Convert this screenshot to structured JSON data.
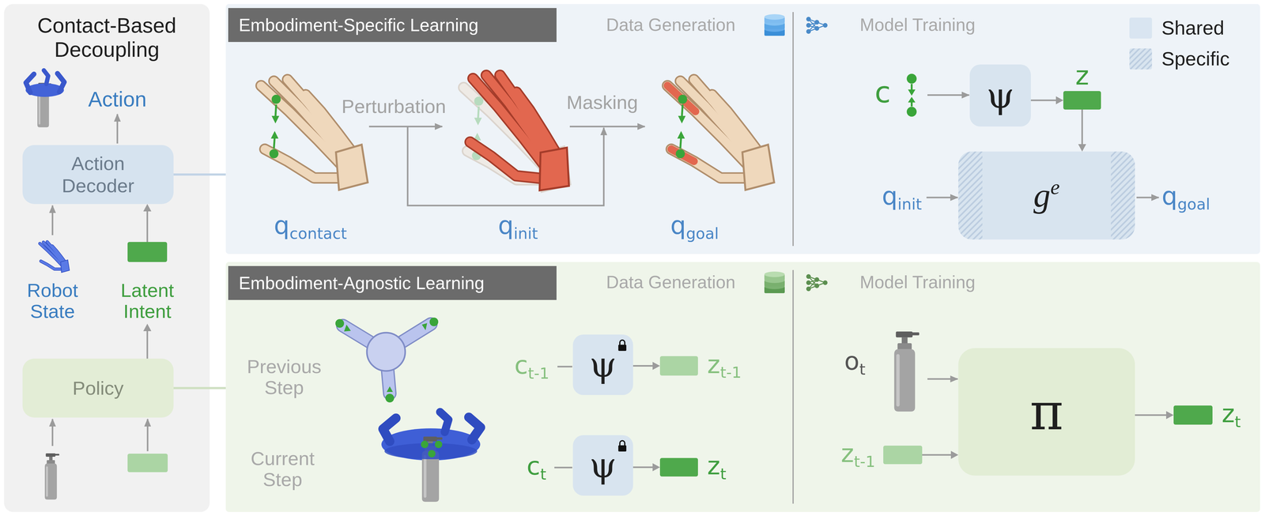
{
  "diagram": {
    "nodes": [
      {
        "text": [
          "Contact-Based Decoupling"
        ]
      },
      {
        "text": [
          "Action Decoder"
        ],
        "in": 0
      },
      {
        "text": [
          "Latent Intent"
        ],
        "in": 0
      },
      {
        "text": [
          "Policy"
        ],
        "in": 0
      },
      {
        "text": [
          "Embodiment-Specific Learning"
        ]
      },
      {
        "text": [
          "ψ"
        ],
        "in": 4
      },
      {
        "text": [
          "z"
        ],
        "in": 4
      },
      {
        "text": [
          "ge"
        ],
        "in": 4
      },
      {
        "text": [
          "Embodiment-Agnostic Learning"
        ]
      },
      {
        "text": [
          "ψ"
        ],
        "in": 8
      },
      {
        "text": [
          "zt-1"
        ],
        "in": 8
      },
      {
        "text": [
          "ψ"
        ],
        "in": 8
      },
      {
        "text": [
          "zt"
        ],
        "in": 8
      },
      {
        "text": [
          "zt-1"
        ],
        "in": 8
      },
      {
        "text": [
          "π"
        ],
        "in": 8
      },
      {
        "text": [
          "zt"
        ],
        "in": 8
      }
    ],
    "edges": [
      {
        "from": 1,
        "to": 4,
        "arrow": "none"
      },
      {
        "from": 2,
        "to": 1,
        "arrow": "to"
      },
      {
        "from": 3,
        "to": 2,
        "arrow": "to"
      },
      {
        "from": 3,
        "to": 8,
        "arrow": "none"
      },
      {
        "from": 5,
        "to": 6,
        "arrow": "to"
      },
      {
        "from": 6,
        "to": 7,
        "arrow": "to"
      },
      {
        "from": 9,
        "to": 10,
        "arrow": "to"
      },
      {
        "from": 11,
        "to": 12,
        "arrow": "to"
      },
      {
        "from": 13,
        "to": 14,
        "arrow": "to"
      },
      {
        "from": 14,
        "to": 15,
        "arrow": "to"
      }
    ],
    "labels": [
      "Action",
      "Robot State",
      "Data Generation",
      "Model Training",
      "Perturbation",
      "Masking",
      "qcontact",
      "qinit",
      "qgoal",
      "c",
      "qinit",
      "qgoal",
      "Data Generation",
      "Model Training",
      "Previous Step",
      "Current Step",
      "ct-1",
      "ct",
      "ot"
    ],
    "legend": [
      {
        "text": "Shared",
        "color": "#d9e5f1"
      },
      {
        "text": "Specific"
      }
    ]
  }
}
